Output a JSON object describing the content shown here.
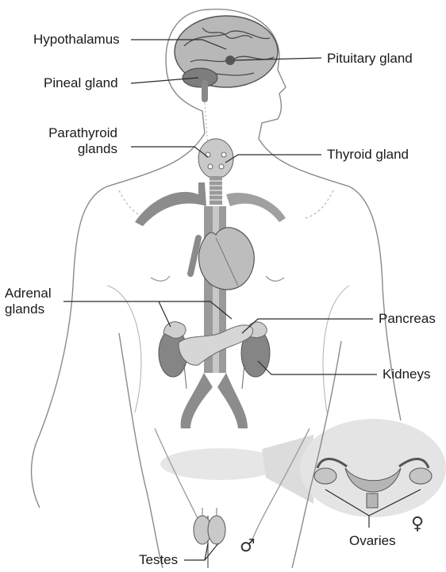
{
  "labels": {
    "hypothalamus": "Hypothalamus",
    "pituitary": "Pituitary gland",
    "pineal": "Pineal gland",
    "parathyroid_line1": "Parathyroid",
    "parathyroid_line2": "glands",
    "thyroid": "Thyroid gland",
    "adrenal_line1": "Adrenal",
    "adrenal_line2": "glands",
    "pancreas": "Pancreas",
    "kidneys": "Kidneys",
    "testes": "Testes",
    "ovaries": "Ovaries"
  },
  "symbols": {
    "male": "♂",
    "female": "♀"
  },
  "colors": {
    "outline": "#8a8a8a",
    "organ_dark": "#7a7a7a",
    "organ_mid": "#a9a9a9",
    "organ_light": "#d4d4d4",
    "highlight": "#e2e2e2"
  }
}
